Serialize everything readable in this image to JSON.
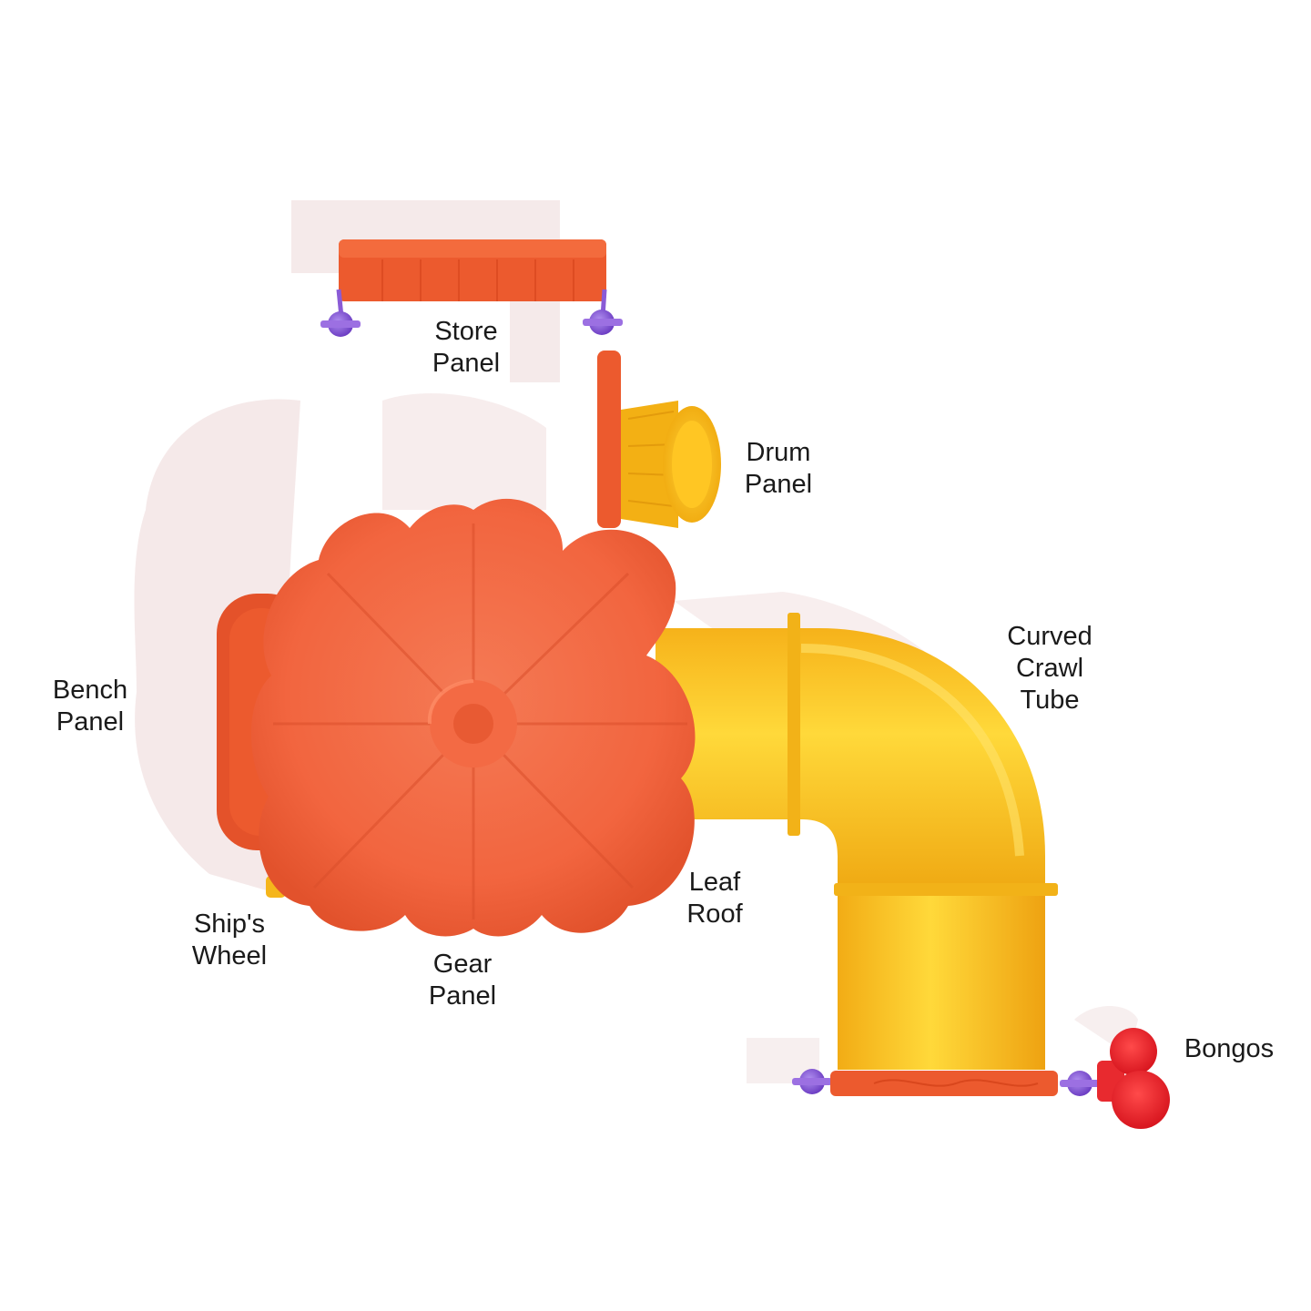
{
  "colors": {
    "roof_orange": "#f2653f",
    "panel_orange": "#ec5a2e",
    "tube_yellow": "#f9c21a",
    "bongo_red": "#e82a2f",
    "connector_purple": "#8a5bd6",
    "shadow_pink": "#f0dede",
    "label_text": "#1a1a1a"
  },
  "labels": {
    "store_panel": [
      "Store",
      "Panel"
    ],
    "drum_panel": [
      "Drum",
      "Panel"
    ],
    "curved_crawl_tube": [
      "Curved",
      "Crawl",
      "Tube"
    ],
    "bench_panel": [
      "Bench",
      "Panel"
    ],
    "leaf_roof": [
      "Leaf",
      "Roof"
    ],
    "ships_wheel": [
      "Ship's",
      "Wheel"
    ],
    "gear_panel": [
      "Gear",
      "Panel"
    ],
    "bongos": [
      "Bongos"
    ]
  }
}
